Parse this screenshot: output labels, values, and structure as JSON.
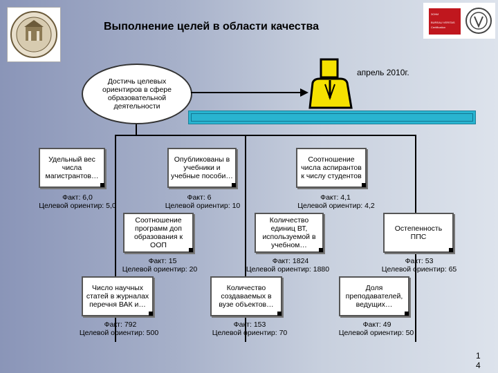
{
  "title": "Выполнение целей в области качества",
  "logo_right": {
    "line1": "ЗОНИ",
    "line2": "BUREAU VERITAS",
    "line3": "Certification"
  },
  "center_node": "Достичь целевых ориентиров в сфере образовательной деятельности",
  "date": "апрель 2010г.",
  "row1": [
    {
      "label": "Удельный вес числа магистрантов…",
      "fact": "Факт: 6,0",
      "target": "Целевой ориентир: 5,0"
    },
    {
      "label": "Опубликованы в учебники и учебные пособи…",
      "fact": "Факт: 6",
      "target": "Целевой ориентир: 10"
    },
    {
      "label": "Соотношение числа аспирантов к числу студентов",
      "fact": "Факт: 4,1",
      "target": "Целевой ориентир: 4,2"
    }
  ],
  "row2": [
    {
      "label": "Соотношение программ доп образования к ООП",
      "fact": "Факт: 15",
      "target": "Целевой ориентир: 20"
    },
    {
      "label": "Количество единиц ВТ, используемой в учебном…",
      "fact": "Факт: 1824",
      "target": "Целевой ориентир: 1880"
    },
    {
      "label": "Остепенность ППС",
      "fact": "Факт: 53",
      "target": "Целевой ориентир: 65"
    }
  ],
  "row3": [
    {
      "label": "Число научных статей в журналах перечня ВАК и…",
      "fact": "Факт: 792",
      "target": "Целевой ориентир: 500"
    },
    {
      "label": "Количество создаваемых в вузе объектов…",
      "fact": "Факт: 153",
      "target": "Целевой ориентир: 70"
    },
    {
      "label": "Доля преподавателей, ведущих…",
      "fact": "Факт: 49",
      "target": "Целевой ориентир: 50"
    }
  ],
  "page_number": [
    "1",
    "4"
  ]
}
